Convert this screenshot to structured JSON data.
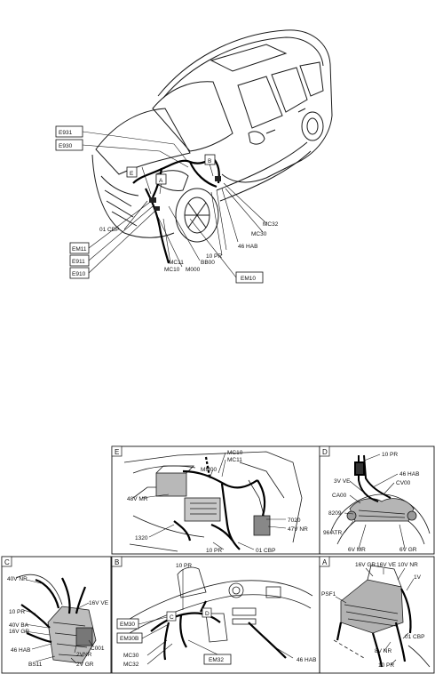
{
  "main_view": {
    "connector_boxes": [
      "E931",
      "E930",
      "EM11",
      "E911",
      "E910",
      "EM10"
    ],
    "locator_letters": [
      "E",
      "A",
      "B"
    ],
    "labels": [
      "01 CBP",
      "MC11",
      "MC10",
      "M000",
      "BB00",
      "10 PR",
      "46 HAB",
      "MC30",
      "MC32"
    ]
  },
  "panel_E": {
    "letter": "E",
    "labels": [
      "MC10",
      "MC11",
      "MM00",
      "48V MR",
      "1320",
      "7020",
      "47V NR",
      "10 PR",
      "01 CBP"
    ]
  },
  "panel_D": {
    "letter": "D",
    "labels": [
      "10 PR",
      "46 HAB",
      "3V VE",
      "CV00",
      "CA00",
      "8209",
      "96 ATR",
      "6V MR",
      "6V GR"
    ]
  },
  "panel_C": {
    "letter": "C",
    "labels": [
      "40V NR",
      "16V VE",
      "10 PR",
      "40V BA",
      "16V GR",
      "46 HAB",
      "C001",
      "2VNR",
      "BS11",
      "2V GR"
    ]
  },
  "panel_B": {
    "letter": "B",
    "labels": [
      "10 PR",
      "C",
      "D",
      "MC30",
      "MC32",
      "46 HAB"
    ],
    "connector_boxes": [
      "EM30",
      "EM30B",
      "EM32"
    ]
  },
  "panel_A": {
    "letter": "A",
    "labels": [
      "16V GR",
      "16V VE",
      "10V NR",
      "1V",
      "PSF1",
      "01 CBP",
      "8V NR",
      "10 PR"
    ]
  }
}
